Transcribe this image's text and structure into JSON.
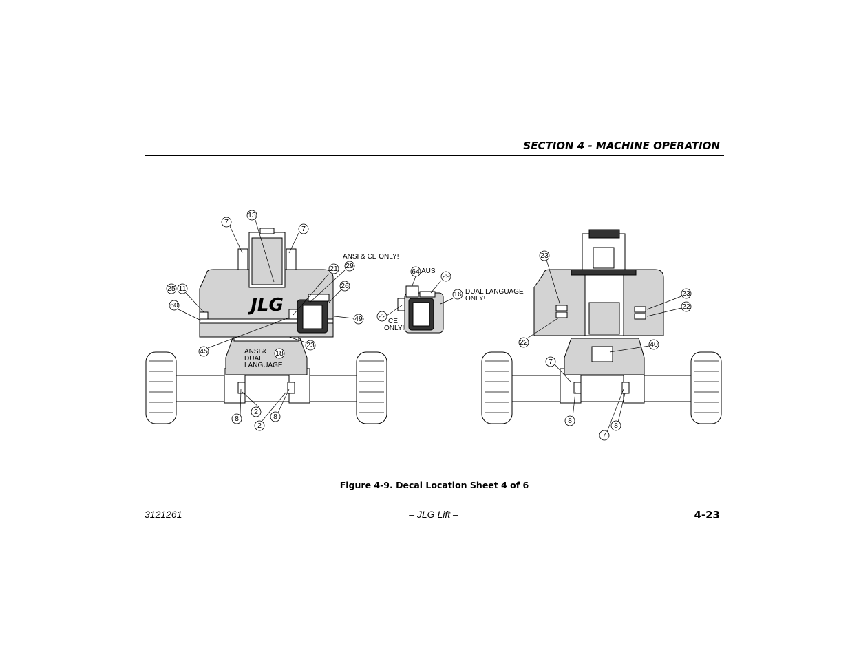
{
  "header": {
    "section_title": "SECTION 4 - MACHINE OPERATION"
  },
  "figure": {
    "caption": "Figure 4-9. Decal Location Sheet 4 of 6",
    "notes": {
      "ansi_ce_only": "ANSI & CE ONLY!",
      "aus": "AUS",
      "dual_language_only_1": "DUAL LANGUAGE",
      "dual_language_only_2": "ONLY!",
      "ce_only_1": "CE",
      "ce_only_2": "ONLY!",
      "ansi_dual_1": "ANSI &",
      "ansi_dual_2": "DUAL",
      "ansi_dual_3": "LANGUAGE",
      "jlg_logo": "JLG"
    },
    "callouts_left": [
      "7",
      "13",
      "7",
      "21",
      "29",
      "25",
      "11",
      "26",
      "60",
      "49",
      "45",
      "23",
      "18",
      "8",
      "2",
      "2",
      "8"
    ],
    "callouts_middle": [
      "64",
      "29",
      "16",
      "22"
    ],
    "callouts_right": [
      "23",
      "23",
      "22",
      "22",
      "40",
      "7",
      "8",
      "7",
      "8"
    ]
  },
  "footer": {
    "doc_number": "3121261",
    "center": "– JLG Lift –",
    "page": "4-23"
  }
}
